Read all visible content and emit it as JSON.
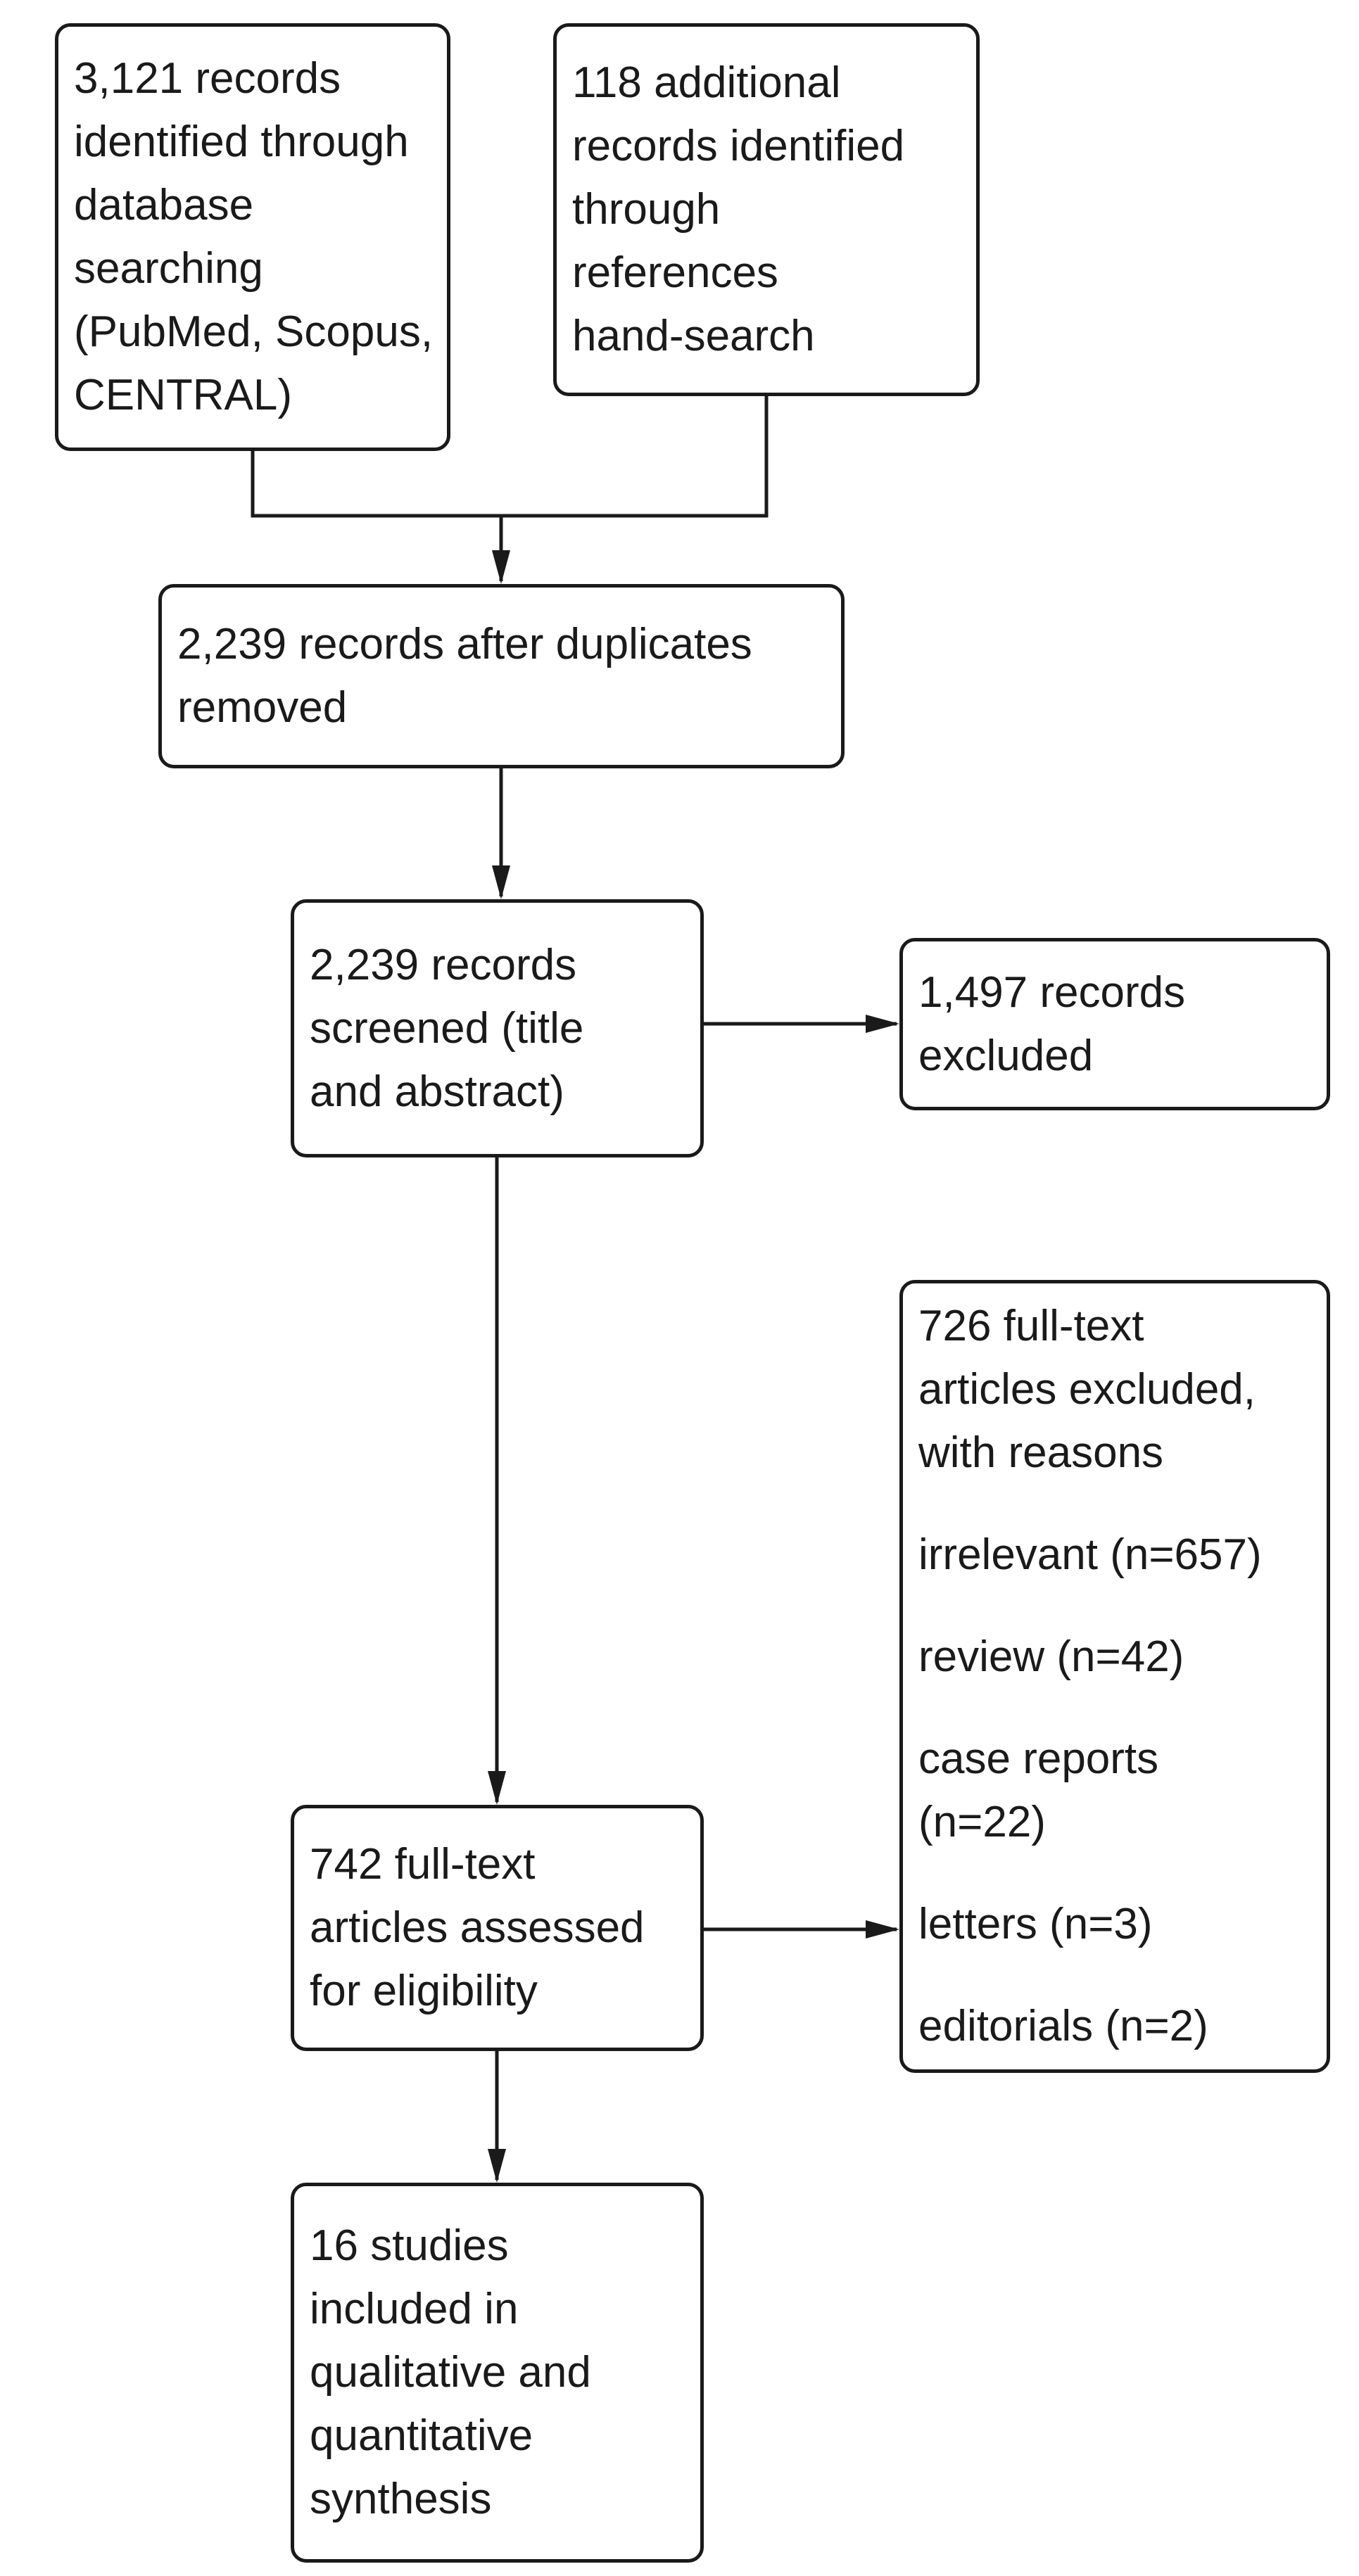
{
  "colors": {
    "background": "#ffffff",
    "box_fill": "#ffffff",
    "stroke": "#1a1a1a",
    "text": "#1a1a1a"
  },
  "boxes": {
    "identified_database": {
      "text": "3,121 records\nidentified through\ndatabase\nsearching\n(PubMed, Scopus,\nCENTRAL)"
    },
    "identified_handsearch": {
      "text": "118 additional\nrecords identified\nthrough\nreferences\nhand-search"
    },
    "after_duplicates": {
      "text": "2,239 records after duplicates\nremoved"
    },
    "screened": {
      "text": "2,239 records\nscreened (title\nand abstract)"
    },
    "records_excluded": {
      "text": "1,497 records\nexcluded"
    },
    "full_text_excluded": {
      "heading": "726 full-text\narticles excluded,\nwith reasons",
      "reasons": [
        "irrelevant (n=657)",
        "review (n=42)",
        "case reports\n(n=22)",
        "letters (n=3)",
        "editorials (n=2)"
      ]
    },
    "full_text_assessed": {
      "text": "742 full-text\narticles assessed\nfor eligibility"
    },
    "included": {
      "text": "16 studies\nincluded in\nqualitative and\nquantitative\nsynthesis"
    }
  }
}
